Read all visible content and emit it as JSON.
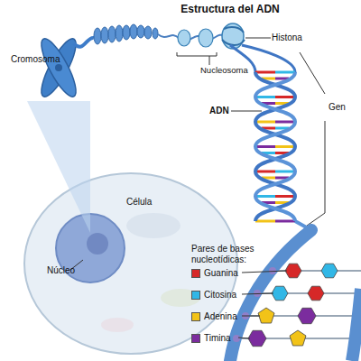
{
  "diagram": {
    "title": "Estructura del ADN",
    "labels": [
      "Cromosoma",
      "Histona",
      "Nucleosoma",
      "ADN",
      "Gen",
      "Célula",
      "Núcleo",
      "Pares de bases nucleotídicas:"
    ],
    "legend": [
      {
        "text": "Guanina",
        "color": "#d62828"
      },
      {
        "text": "Citosina",
        "color": "#31b7e6"
      },
      {
        "text": "Adenina",
        "color": "#f2c318"
      },
      {
        "text": "Timina",
        "color": "#7b2c9e"
      }
    ]
  }
}
